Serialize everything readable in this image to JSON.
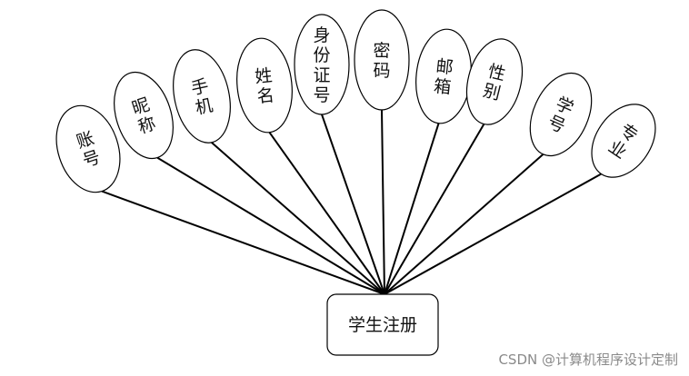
{
  "entity": {
    "label": "学生注册"
  },
  "attributes": [
    {
      "id": "account",
      "label": "账号"
    },
    {
      "id": "nickname",
      "label": "昵称"
    },
    {
      "id": "phone",
      "label": "手机"
    },
    {
      "id": "name",
      "label": "姓名"
    },
    {
      "id": "idcard",
      "label": "身份证号"
    },
    {
      "id": "password",
      "label": "密码"
    },
    {
      "id": "email",
      "label": "邮箱"
    },
    {
      "id": "gender",
      "label": "性别"
    },
    {
      "id": "student-id",
      "label": "学号"
    },
    {
      "id": "major",
      "label": "专业"
    }
  ],
  "watermark": "CSDN @计算机程序设计定制",
  "colors": {
    "stroke": "#000000",
    "fill": "#ffffff",
    "text": "#111111",
    "watermark": "#8a8a8a"
  }
}
